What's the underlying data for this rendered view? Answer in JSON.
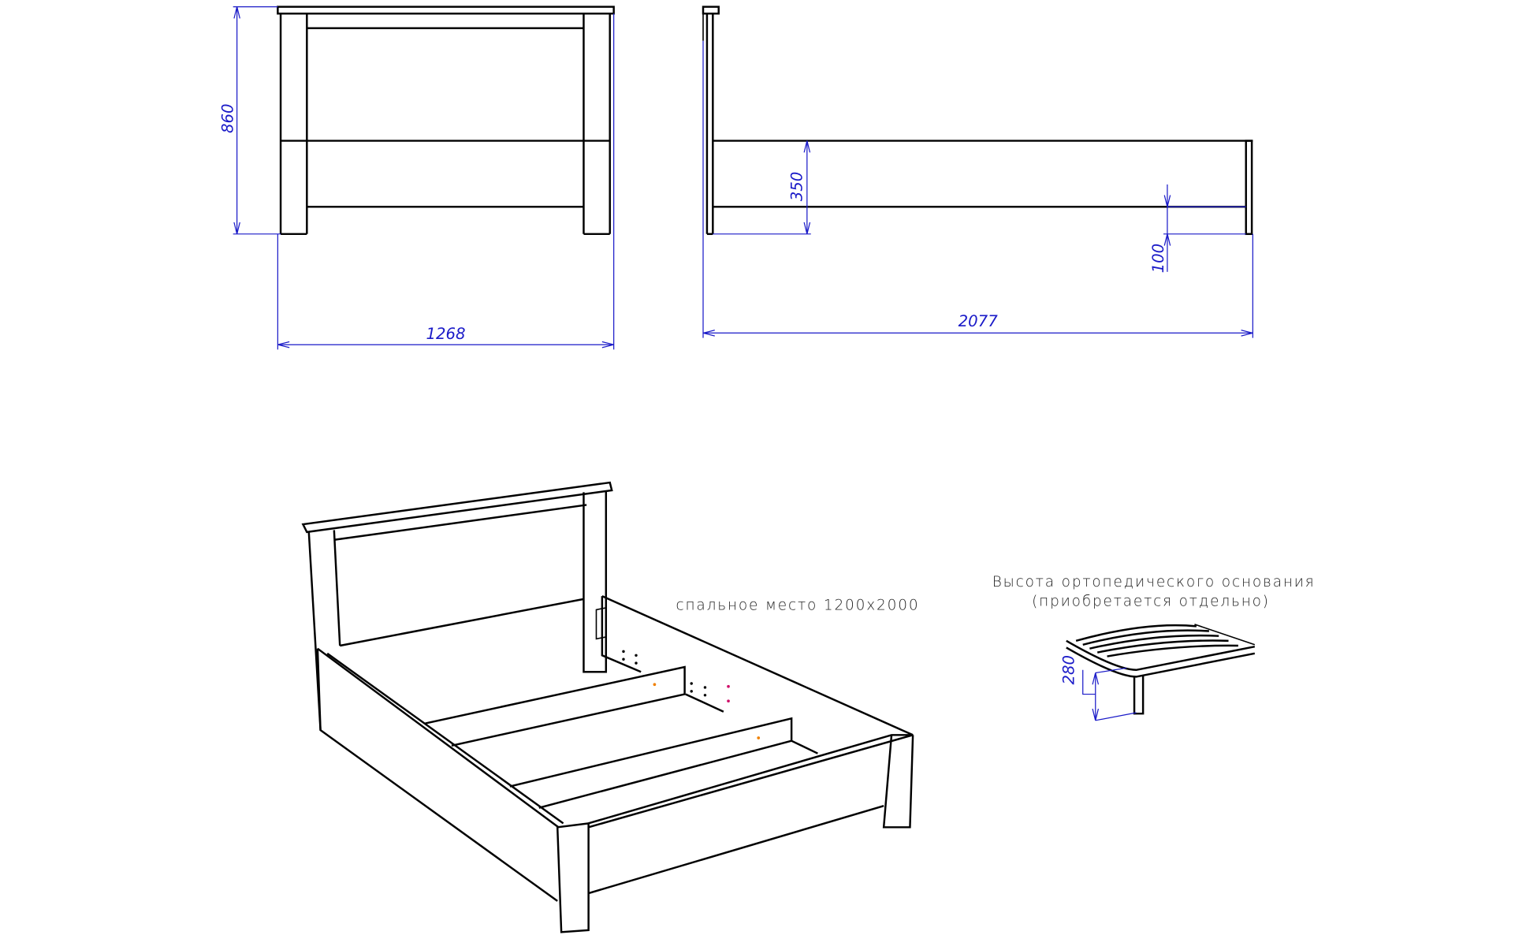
{
  "front_view": {
    "dim_height": "860",
    "dim_width": "1268"
  },
  "side_view": {
    "dim_rail_height": "350",
    "dim_clearance": "100",
    "dim_length": "2077"
  },
  "iso_view": {
    "sleeping_area_label": "спальное место 1200х2000"
  },
  "slat_base": {
    "title_line1": "Высота ортопедического основания",
    "title_line2": "(приобретается отдельно)",
    "dim_height": "280"
  },
  "colors": {
    "outline": "#000000",
    "dimension": "#1a1ac8",
    "marker_orange": "#f08000",
    "marker_magenta": "#d0106a"
  }
}
